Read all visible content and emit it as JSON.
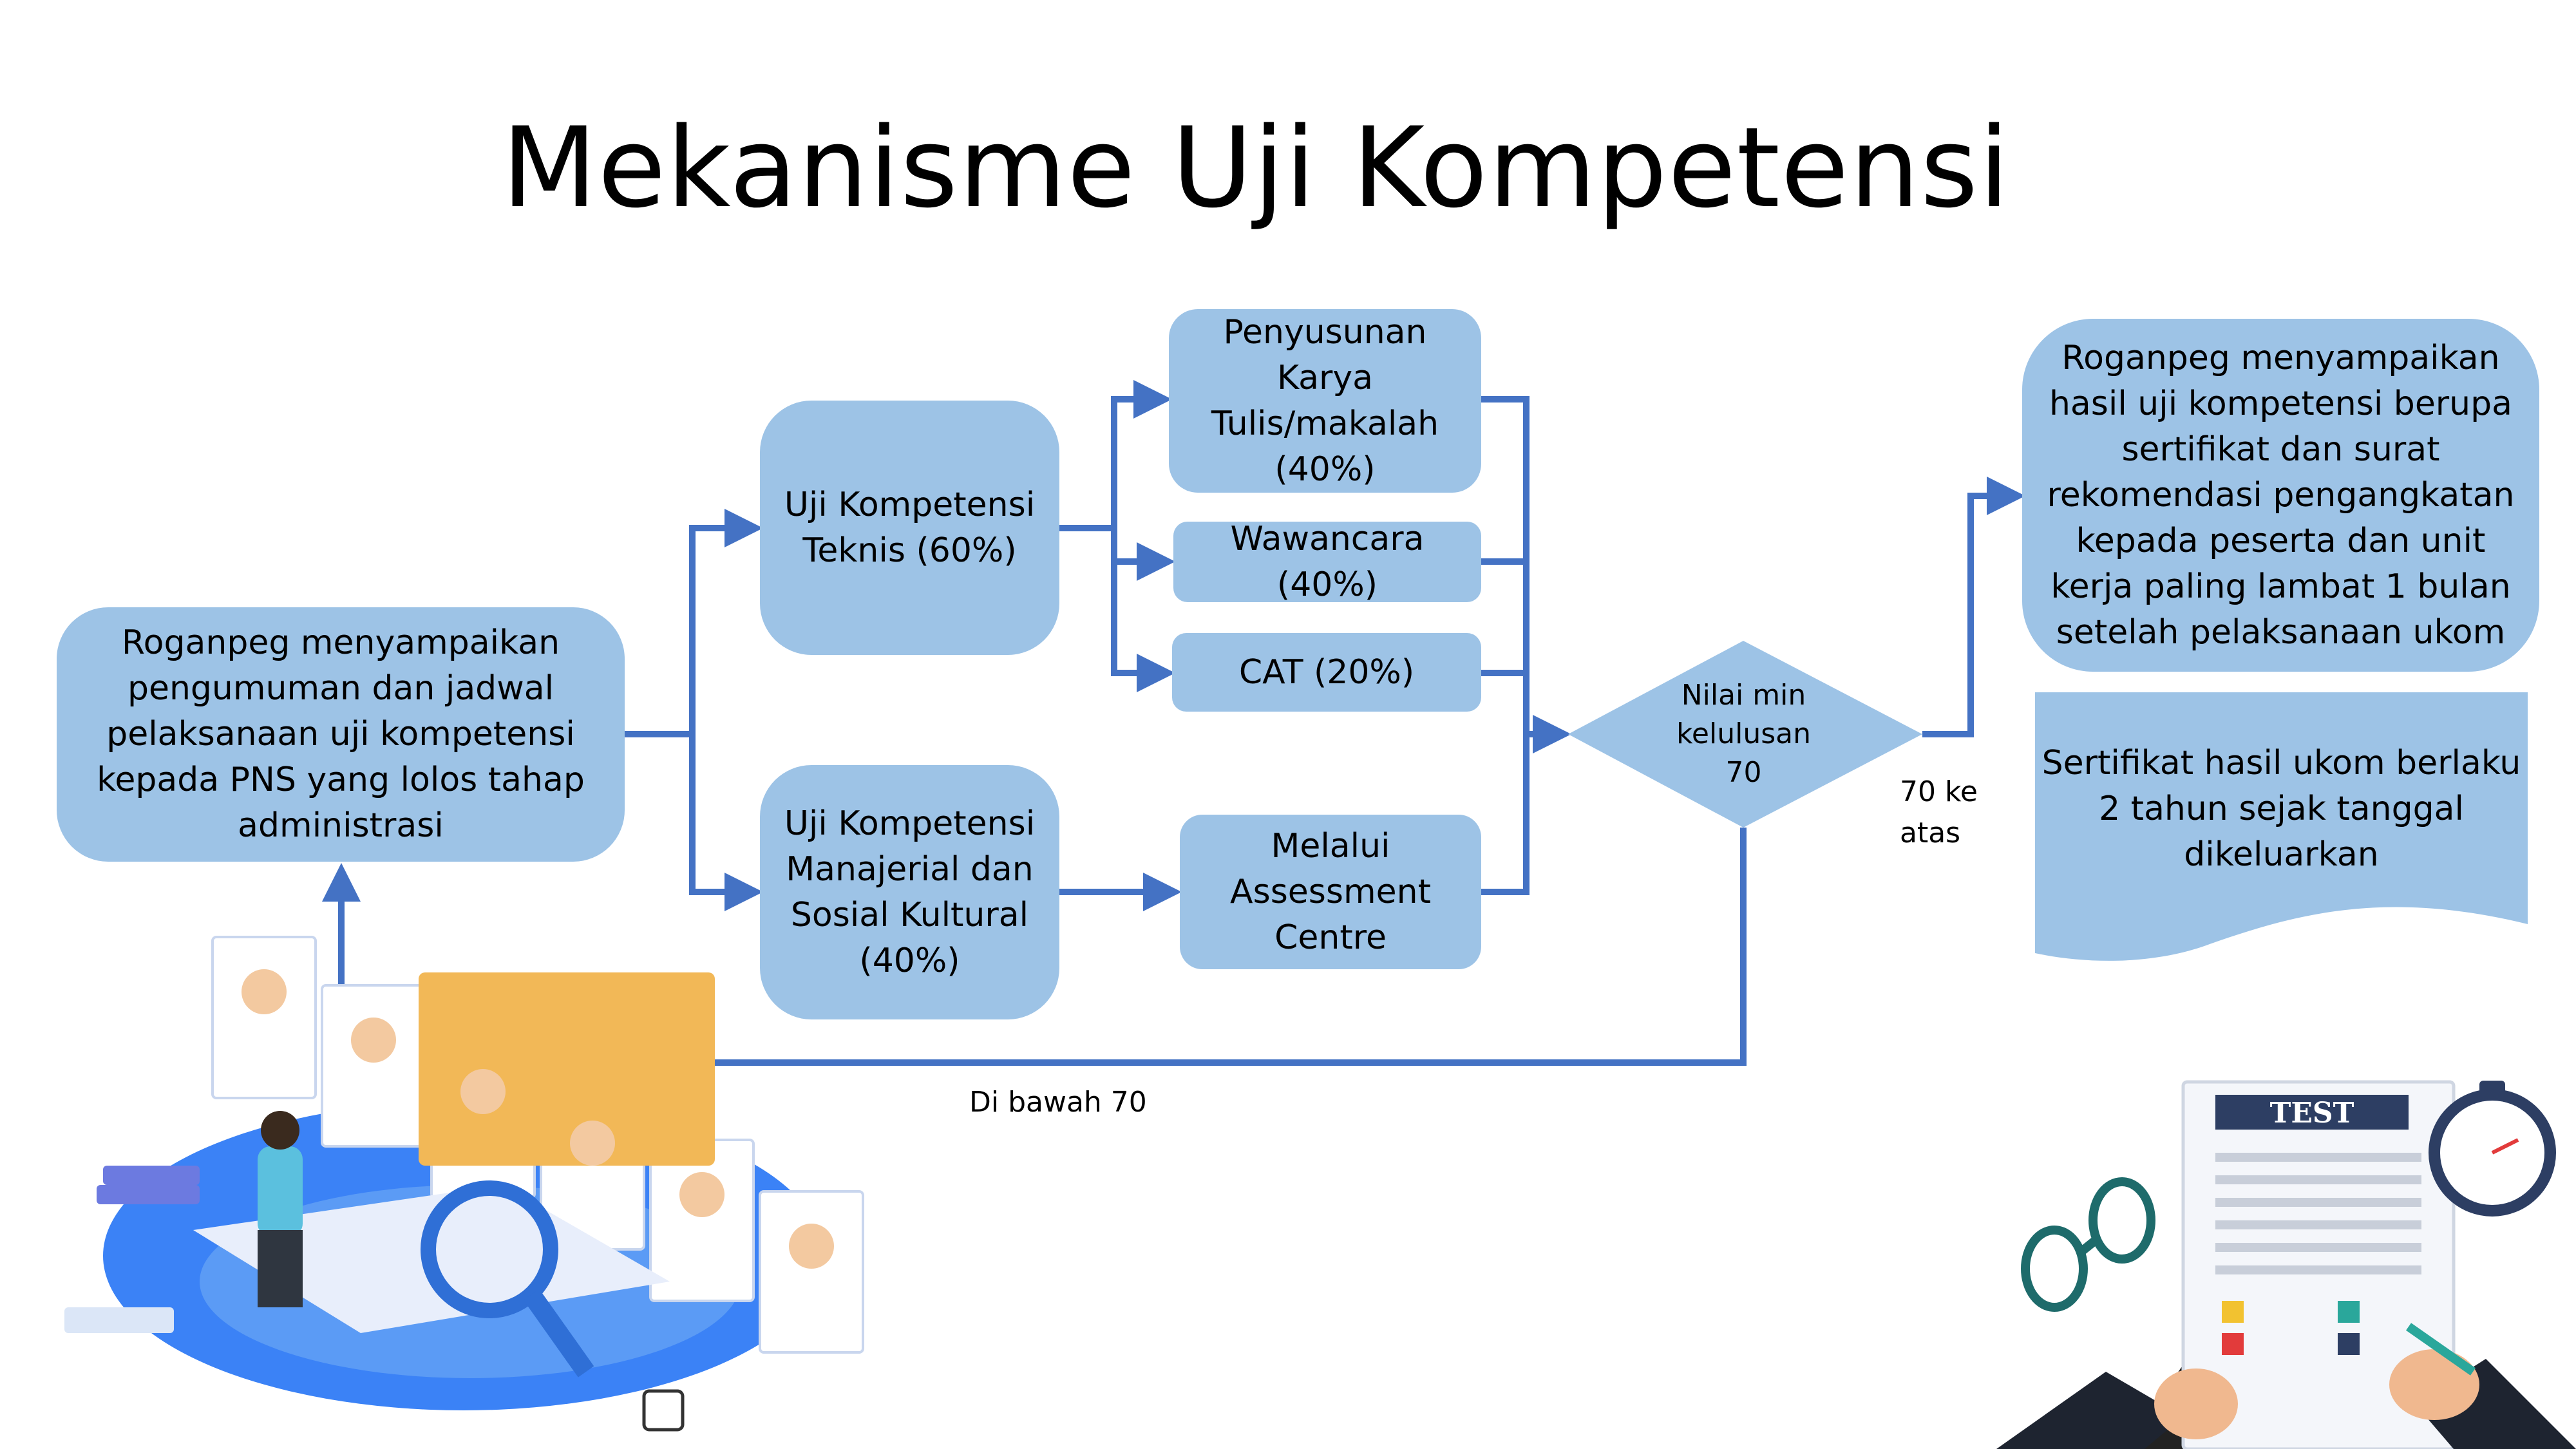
{
  "title": "Mekanisme Uji Kompetensi",
  "nodes": {
    "start": "Roganpeg menyampaikan\npengumuman dan jadwal\npelaksanaan uji kompetensi\nkepada PNS yang lolos tahap\nadministrasi",
    "teknis": "Uji Kompetensi\nTeknis (60%)",
    "manajerial": "Uji Kompetensi\nManajerial dan\nSosial Kultural\n(40%)",
    "karya_tulis": "Penyusunan\nKarya\nTulis/makalah\n(40%)",
    "wawancara": "Wawancara\n(40%)",
    "cat": "CAT (20%)",
    "assessment": "Melalui\nAssessment\nCentre",
    "decision": "Nilai min\nkelulusan\n70",
    "result": "Roganpeg menyampaikan\nhasil uji kompetensi berupa\nsertifikat dan surat\nrekomendasi pengangkatan\nkepada peserta dan unit\nkerja paling lambat 1 bulan\nsetelah pelaksanaan ukom",
    "certificate": "Sertifikat hasil ukom berlaku\n2 tahun sejak tanggal\ndikeluarkan"
  },
  "labels": {
    "pass": "70 ke\natas",
    "fail": "Di bawah 70"
  },
  "illustrations": {
    "left_icon": "recruitment-search-illustration",
    "right_icon": "test-paper-illustration",
    "test_heading": "TEST"
  },
  "colors": {
    "box_fill": "#9dc3e6",
    "connector": "#4472c4",
    "text": "#000000"
  }
}
